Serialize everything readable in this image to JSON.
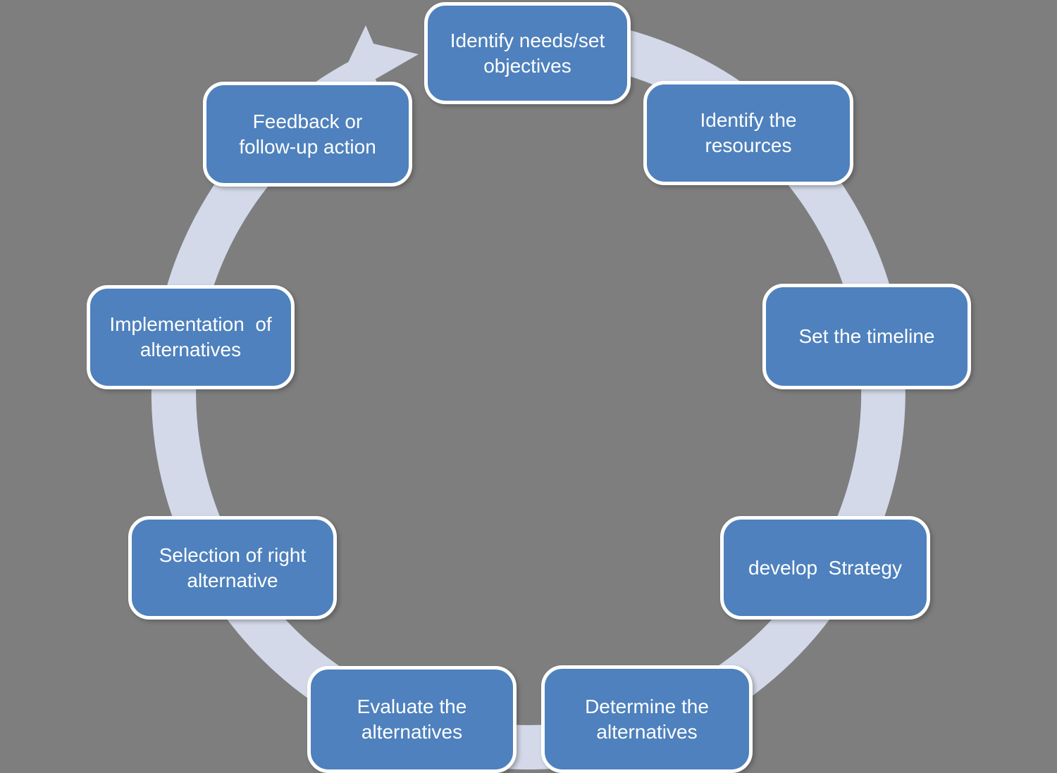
{
  "diagram": {
    "type": "cycle",
    "direction": "clockwise",
    "background_color": "#7E7E7E",
    "ring_color": "#D3D9E8",
    "step_fill_color": "#4E81BD",
    "step_border_color": "#FFFFFF",
    "step_text_color": "#FFFFFF",
    "steps": [
      {
        "label": "Identify needs/set objectives",
        "lines": [
          "Identify needs/set",
          "objectives"
        ]
      },
      {
        "label": "Identify the resources",
        "lines": [
          "Identify the",
          "resources"
        ]
      },
      {
        "label": "Set the timeline",
        "lines": [
          "Set the timeline"
        ]
      },
      {
        "label": "develop  Strategy",
        "lines": [
          "develop  Strategy"
        ]
      },
      {
        "label": "Determine the alternatives",
        "lines": [
          "Determine the",
          "alternatives"
        ]
      },
      {
        "label": "Evaluate the alternatives",
        "lines": [
          "Evaluate the",
          "alternatives"
        ]
      },
      {
        "label": "Selection of right alternative",
        "lines": [
          "Selection of right",
          "alternative"
        ]
      },
      {
        "label": "Implementation of alternatives",
        "lines": [
          "Implementation  of",
          "alternatives"
        ]
      },
      {
        "label": "Feedback or follow-up action",
        "lines": [
          "Feedback or",
          "follow-up action"
        ]
      }
    ]
  }
}
